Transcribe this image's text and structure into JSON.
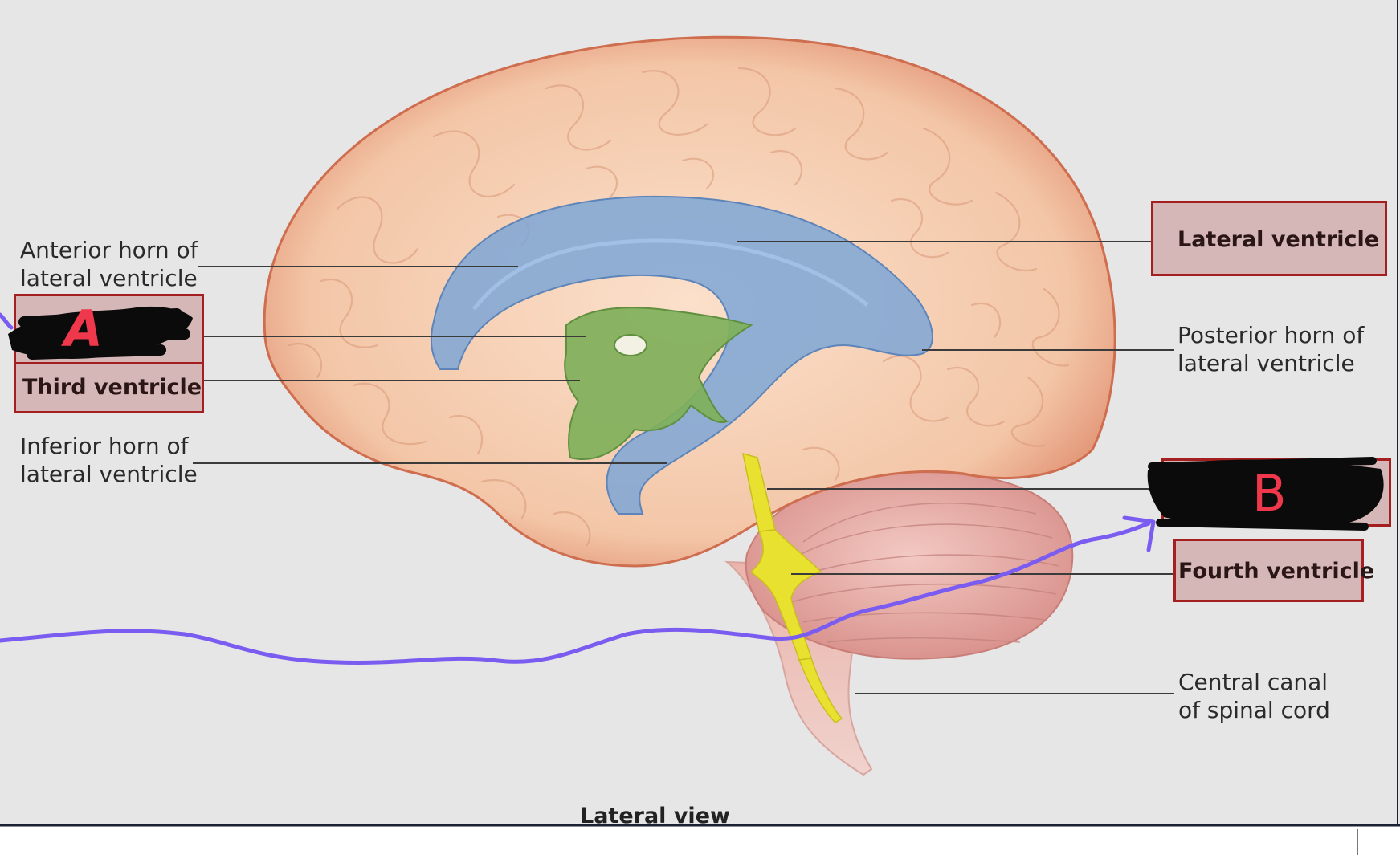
{
  "labels": {
    "anterior_horn": [
      "Anterior horn of",
      "lateral ventricle"
    ],
    "third_ventricle": "Third ventricle",
    "inferior_horn": [
      "Inferior horn of",
      "lateral ventricle"
    ],
    "lateral_ventricle": "Lateral ventricle",
    "posterior_horn": [
      "Posterior horn of",
      "lateral ventricle"
    ],
    "fourth_ventricle": "Fourth ventricle",
    "central_canal": [
      "Central canal",
      "of spinal cord"
    ]
  },
  "annotations": {
    "marker_a": "A",
    "marker_b": "B"
  },
  "caption": "Lateral view",
  "colors": {
    "background": "#e6e6e6",
    "cerebrum": "#f2c3a4",
    "cerebrum_edge": "#d87b5c",
    "lateral_ventricle": "#7ea6d6",
    "third_ventricle": "#7fb05a",
    "fourth_ventricle": "#e9e130",
    "cerebellum": "#e9b3ae",
    "label_box_fill": "#d5b7b7",
    "label_box_border": "#a42020",
    "handwritten_letter": "#f0384c",
    "pen_stroke": "#7b5cf0"
  }
}
